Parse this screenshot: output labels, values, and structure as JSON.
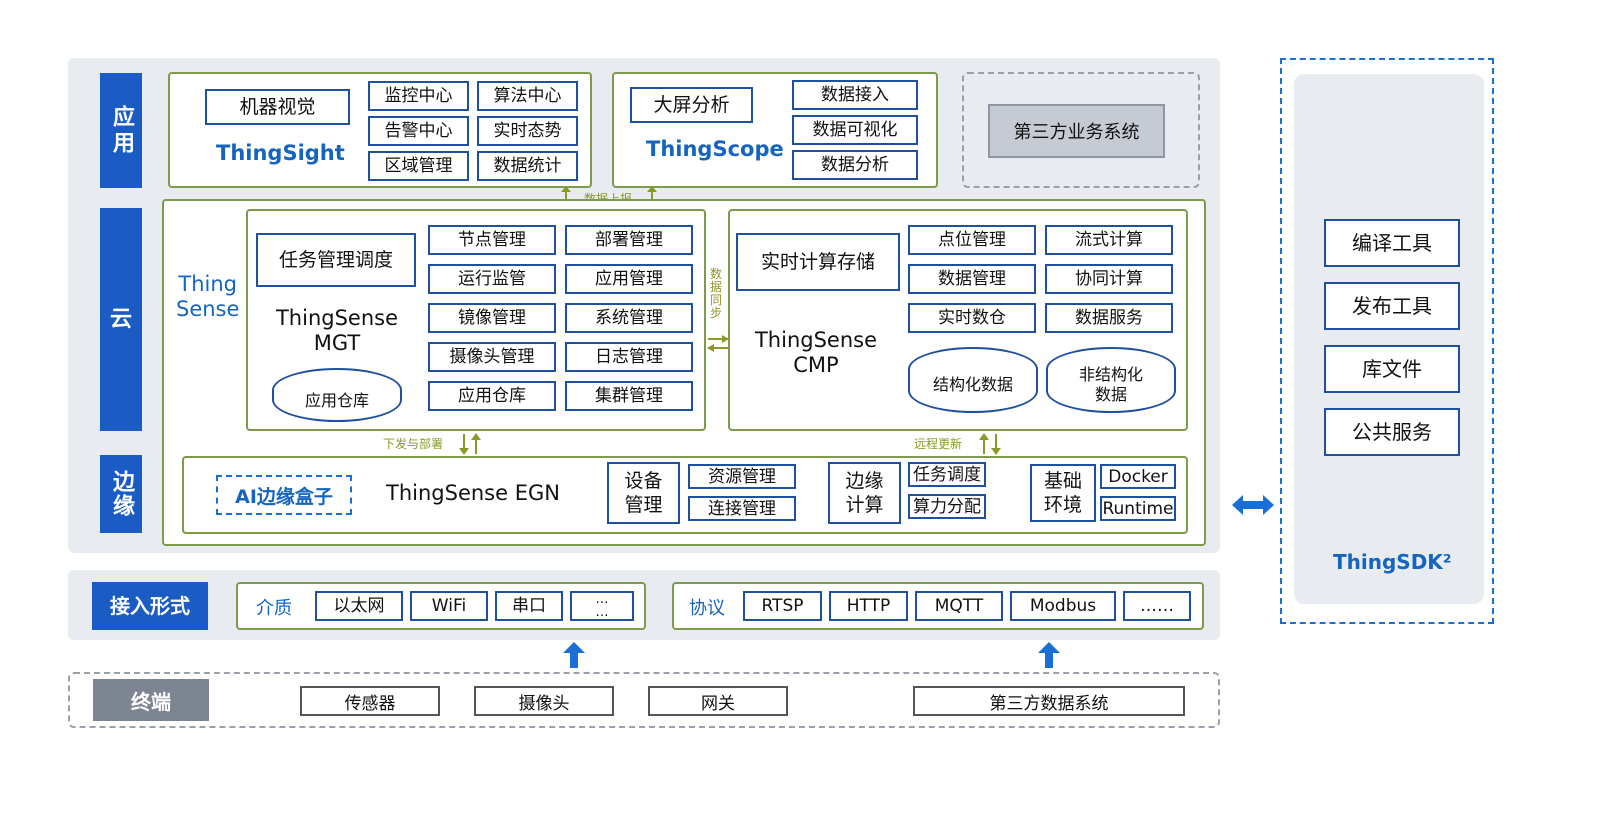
{
  "layers": {
    "app": "应用",
    "cloud": "云",
    "edge": "边缘",
    "access": "接入形式",
    "terminal": "终端"
  },
  "thingsight": {
    "main": "机器视觉",
    "brand": "ThingSight",
    "items": [
      "监控中心",
      "算法中心",
      "告警中心",
      "实时态势",
      "区域管理",
      "数据统计"
    ]
  },
  "thingscope": {
    "main": "大屏分析",
    "brand": "ThingScope",
    "items": [
      "数据接入",
      "数据可视化",
      "数据分析"
    ]
  },
  "third_party_business": "第三方业务系统",
  "data_upload": "数据上报",
  "thingsense_label": "Thing\nSense",
  "mgt": {
    "main": "任务管理调度",
    "title": "ThingSense\nMGT",
    "repo": "应用仓库",
    "items": [
      "节点管理",
      "部署管理",
      "运行监管",
      "应用管理",
      "镜像管理",
      "系统管理",
      "摄像头管理",
      "日志管理",
      "应用仓库",
      "集群管理"
    ]
  },
  "data_sync": "数据同步",
  "cmp": {
    "main": "实时计算存储",
    "title": "ThingSense\nCMP",
    "items": [
      "点位管理",
      "流式计算",
      "数据管理",
      "协同计算",
      "实时数仓",
      "数据服务"
    ],
    "db1": "结构化数据",
    "db2": "非结构化\n数据"
  },
  "deploy": "下发与部署",
  "remote_update": "远程更新",
  "egn": {
    "ai_box": "AI边缘盒子",
    "title": "ThingSense EGN",
    "device": "设备\n管理",
    "device_items": [
      "资源管理",
      "连接管理"
    ],
    "compute": "边缘\n计算",
    "compute_items": [
      "任务调度",
      "算力分配"
    ],
    "env": "基础\n环境",
    "env_items": [
      "Docker",
      "Runtime"
    ]
  },
  "media": {
    "label": "介质",
    "items": [
      "以太网",
      "WiFi",
      "串口",
      "…\n…"
    ]
  },
  "protocol": {
    "label": "协议",
    "items": [
      "RTSP",
      "HTTP",
      "MQTT",
      "Modbus",
      "……"
    ]
  },
  "terminal_items": [
    "传感器",
    "摄像头",
    "网关",
    "第三方数据系统"
  ],
  "sdk": {
    "items": [
      "编译工具",
      "发布工具",
      "库文件",
      "公共服务"
    ],
    "brand": "ThingSDK²"
  },
  "colors": {
    "blue": "#1a5cc4",
    "green_border": "#7d9b4a",
    "brand_text": "#1565c0"
  }
}
